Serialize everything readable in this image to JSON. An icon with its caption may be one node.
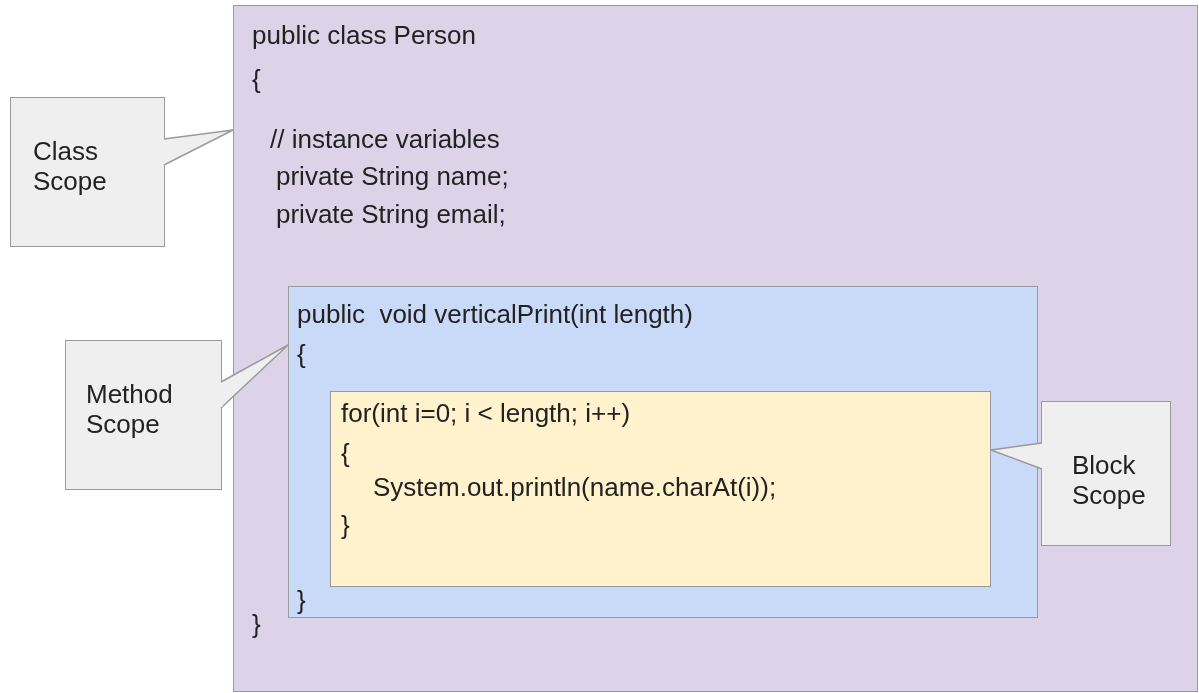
{
  "diagram": {
    "nodes": [
      {
        "text": [
          "public class Person",
          "{",
          "// instance variables",
          "private String name;",
          "private String email;",
          "}"
        ]
      },
      {
        "text": [
          "public  void verticalPrint(int length)",
          "{",
          "}"
        ],
        "in": 0
      },
      {
        "text": [
          "for(int i=0; i < length; i++)",
          "{",
          "System.out.println(name.charAt(i));",
          "}"
        ],
        "in": 1
      },
      {
        "text": [
          "Class Scope"
        ]
      },
      {
        "text": [
          "Method Scope"
        ]
      },
      {
        "text": [
          "Block Scope"
        ],
        "in": 0
      }
    ],
    "edges": [
      {
        "from": 3,
        "to": 0,
        "arrow": "none"
      },
      {
        "from": 4,
        "to": 1,
        "arrow": "none"
      },
      {
        "from": 5,
        "to": 2,
        "arrow": "none"
      }
    ]
  }
}
